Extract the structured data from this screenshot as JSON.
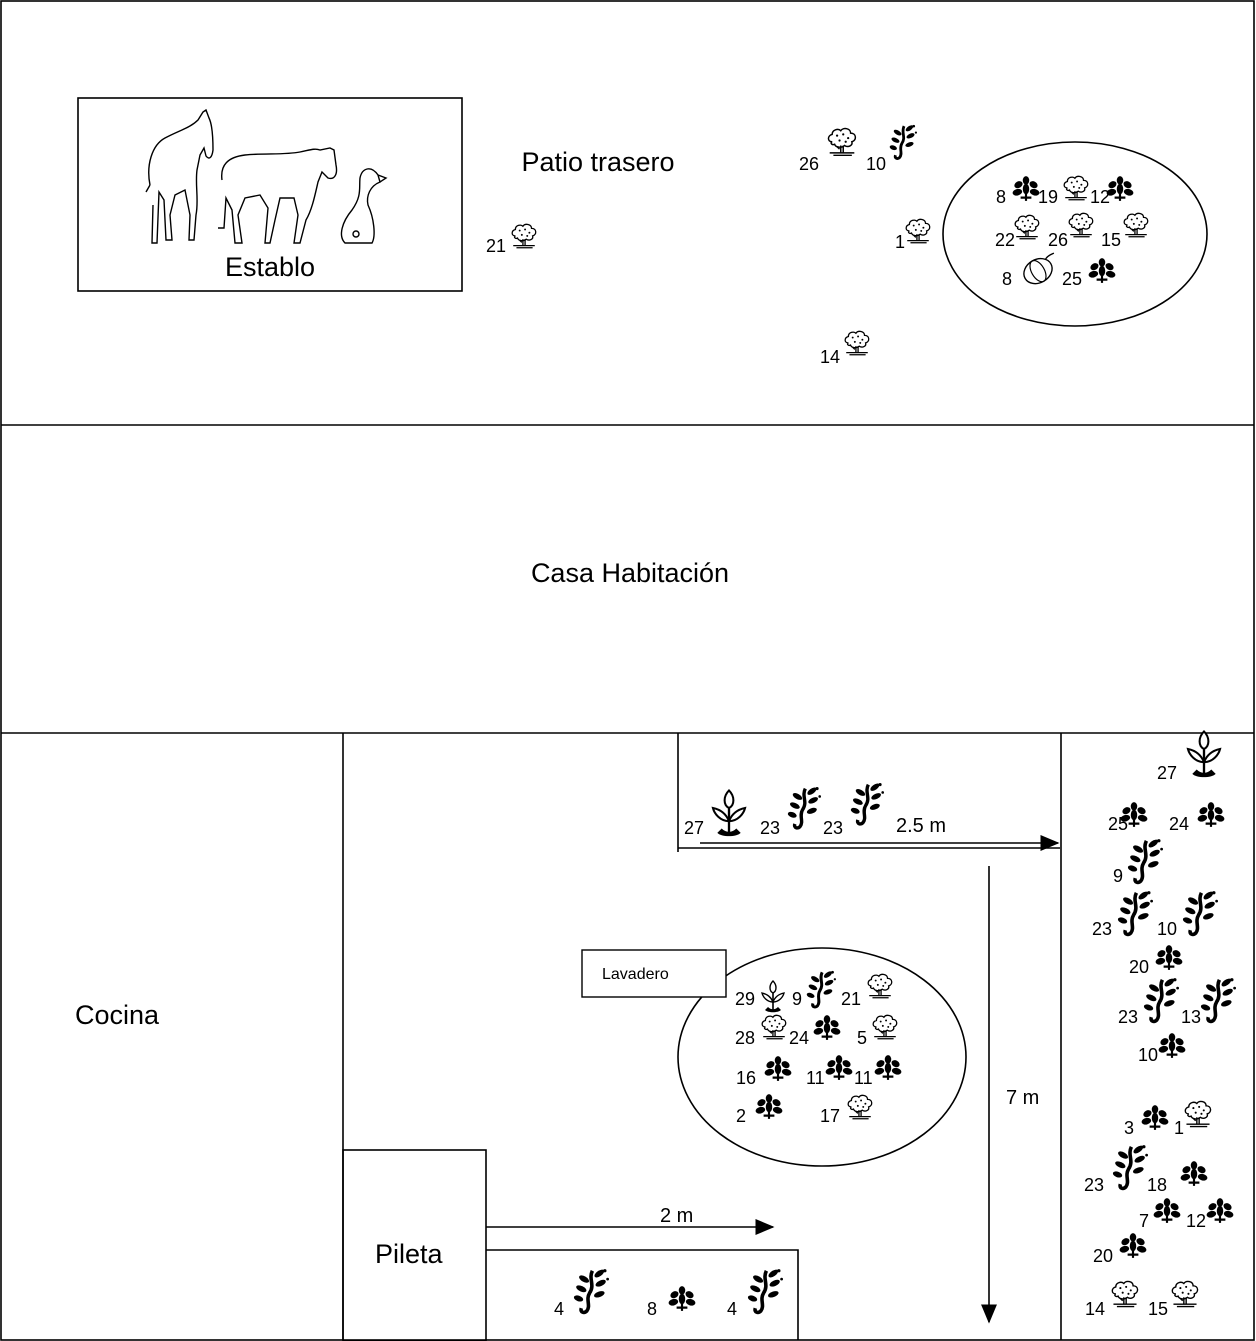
{
  "labels": {
    "establo": "Establo",
    "patio_trasero": "Patio trasero",
    "casa": "Casa Habitación",
    "cocina": "Cocina",
    "pileta": "Pileta",
    "lavadero": "Lavadero",
    "dim_top": "2.5 m",
    "dim_vertical": "7 m",
    "dim_pileta": "2 m"
  },
  "plants": {
    "patio": [
      {
        "n": "26",
        "icon": "tree-icon"
      },
      {
        "n": "10",
        "icon": "herb-icon"
      },
      {
        "n": "21",
        "icon": "tree-icon"
      },
      {
        "n": "1",
        "icon": "tree-icon"
      },
      {
        "n": "14",
        "icon": "tree-icon"
      },
      {
        "n": "8",
        "icon": "shrub-icon"
      },
      {
        "n": "19",
        "icon": "tree-icon"
      },
      {
        "n": "12",
        "icon": "shrub-icon"
      },
      {
        "n": "22",
        "icon": "tree-icon"
      },
      {
        "n": "26",
        "icon": "tree-icon"
      },
      {
        "n": "15",
        "icon": "tree-icon"
      },
      {
        "n": "8",
        "icon": "pumpkin-icon"
      },
      {
        "n": "25",
        "icon": "shrub-icon"
      }
    ],
    "top_strip": [
      {
        "n": "27",
        "icon": "flower-icon"
      },
      {
        "n": "23",
        "icon": "herb-icon"
      },
      {
        "n": "23",
        "icon": "herb-icon"
      }
    ],
    "lavadero_circle": [
      {
        "n": "29",
        "icon": "flower-icon"
      },
      {
        "n": "9",
        "icon": "herb-icon"
      },
      {
        "n": "21",
        "icon": "tree-icon"
      },
      {
        "n": "28",
        "icon": "tree-icon"
      },
      {
        "n": "24",
        "icon": "shrub-icon"
      },
      {
        "n": "5",
        "icon": "tree-icon"
      },
      {
        "n": "16",
        "icon": "shrub-icon"
      },
      {
        "n": "11",
        "icon": "shrub-icon"
      },
      {
        "n": "11",
        "icon": "shrub-icon"
      },
      {
        "n": "2",
        "icon": "shrub-icon"
      },
      {
        "n": "17",
        "icon": "tree-icon"
      }
    ],
    "right_column": [
      {
        "n": "27",
        "icon": "flower-icon"
      },
      {
        "n": "25",
        "icon": "shrub-icon"
      },
      {
        "n": "24",
        "icon": "shrub-icon"
      },
      {
        "n": "9",
        "icon": "herb-icon"
      },
      {
        "n": "23",
        "icon": "herb-icon"
      },
      {
        "n": "10",
        "icon": "herb-icon"
      },
      {
        "n": "20",
        "icon": "shrub-icon"
      },
      {
        "n": "23",
        "icon": "herb-icon"
      },
      {
        "n": "13",
        "icon": "herb-icon"
      },
      {
        "n": "10",
        "icon": "shrub-icon"
      },
      {
        "n": "3",
        "icon": "shrub-icon"
      },
      {
        "n": "1",
        "icon": "tree-icon"
      },
      {
        "n": "23",
        "icon": "herb-icon"
      },
      {
        "n": "18",
        "icon": "shrub-icon"
      },
      {
        "n": "7",
        "icon": "shrub-icon"
      },
      {
        "n": "12",
        "icon": "shrub-icon"
      },
      {
        "n": "20",
        "icon": "shrub-icon"
      },
      {
        "n": "14",
        "icon": "tree-icon"
      },
      {
        "n": "15",
        "icon": "tree-icon"
      }
    ],
    "pileta_strip": [
      {
        "n": "4",
        "icon": "herb-icon"
      },
      {
        "n": "8",
        "icon": "shrub-icon"
      },
      {
        "n": "4",
        "icon": "herb-icon"
      }
    ]
  },
  "animals": [
    "horse-icon",
    "donkey-icon",
    "duck-icon"
  ]
}
